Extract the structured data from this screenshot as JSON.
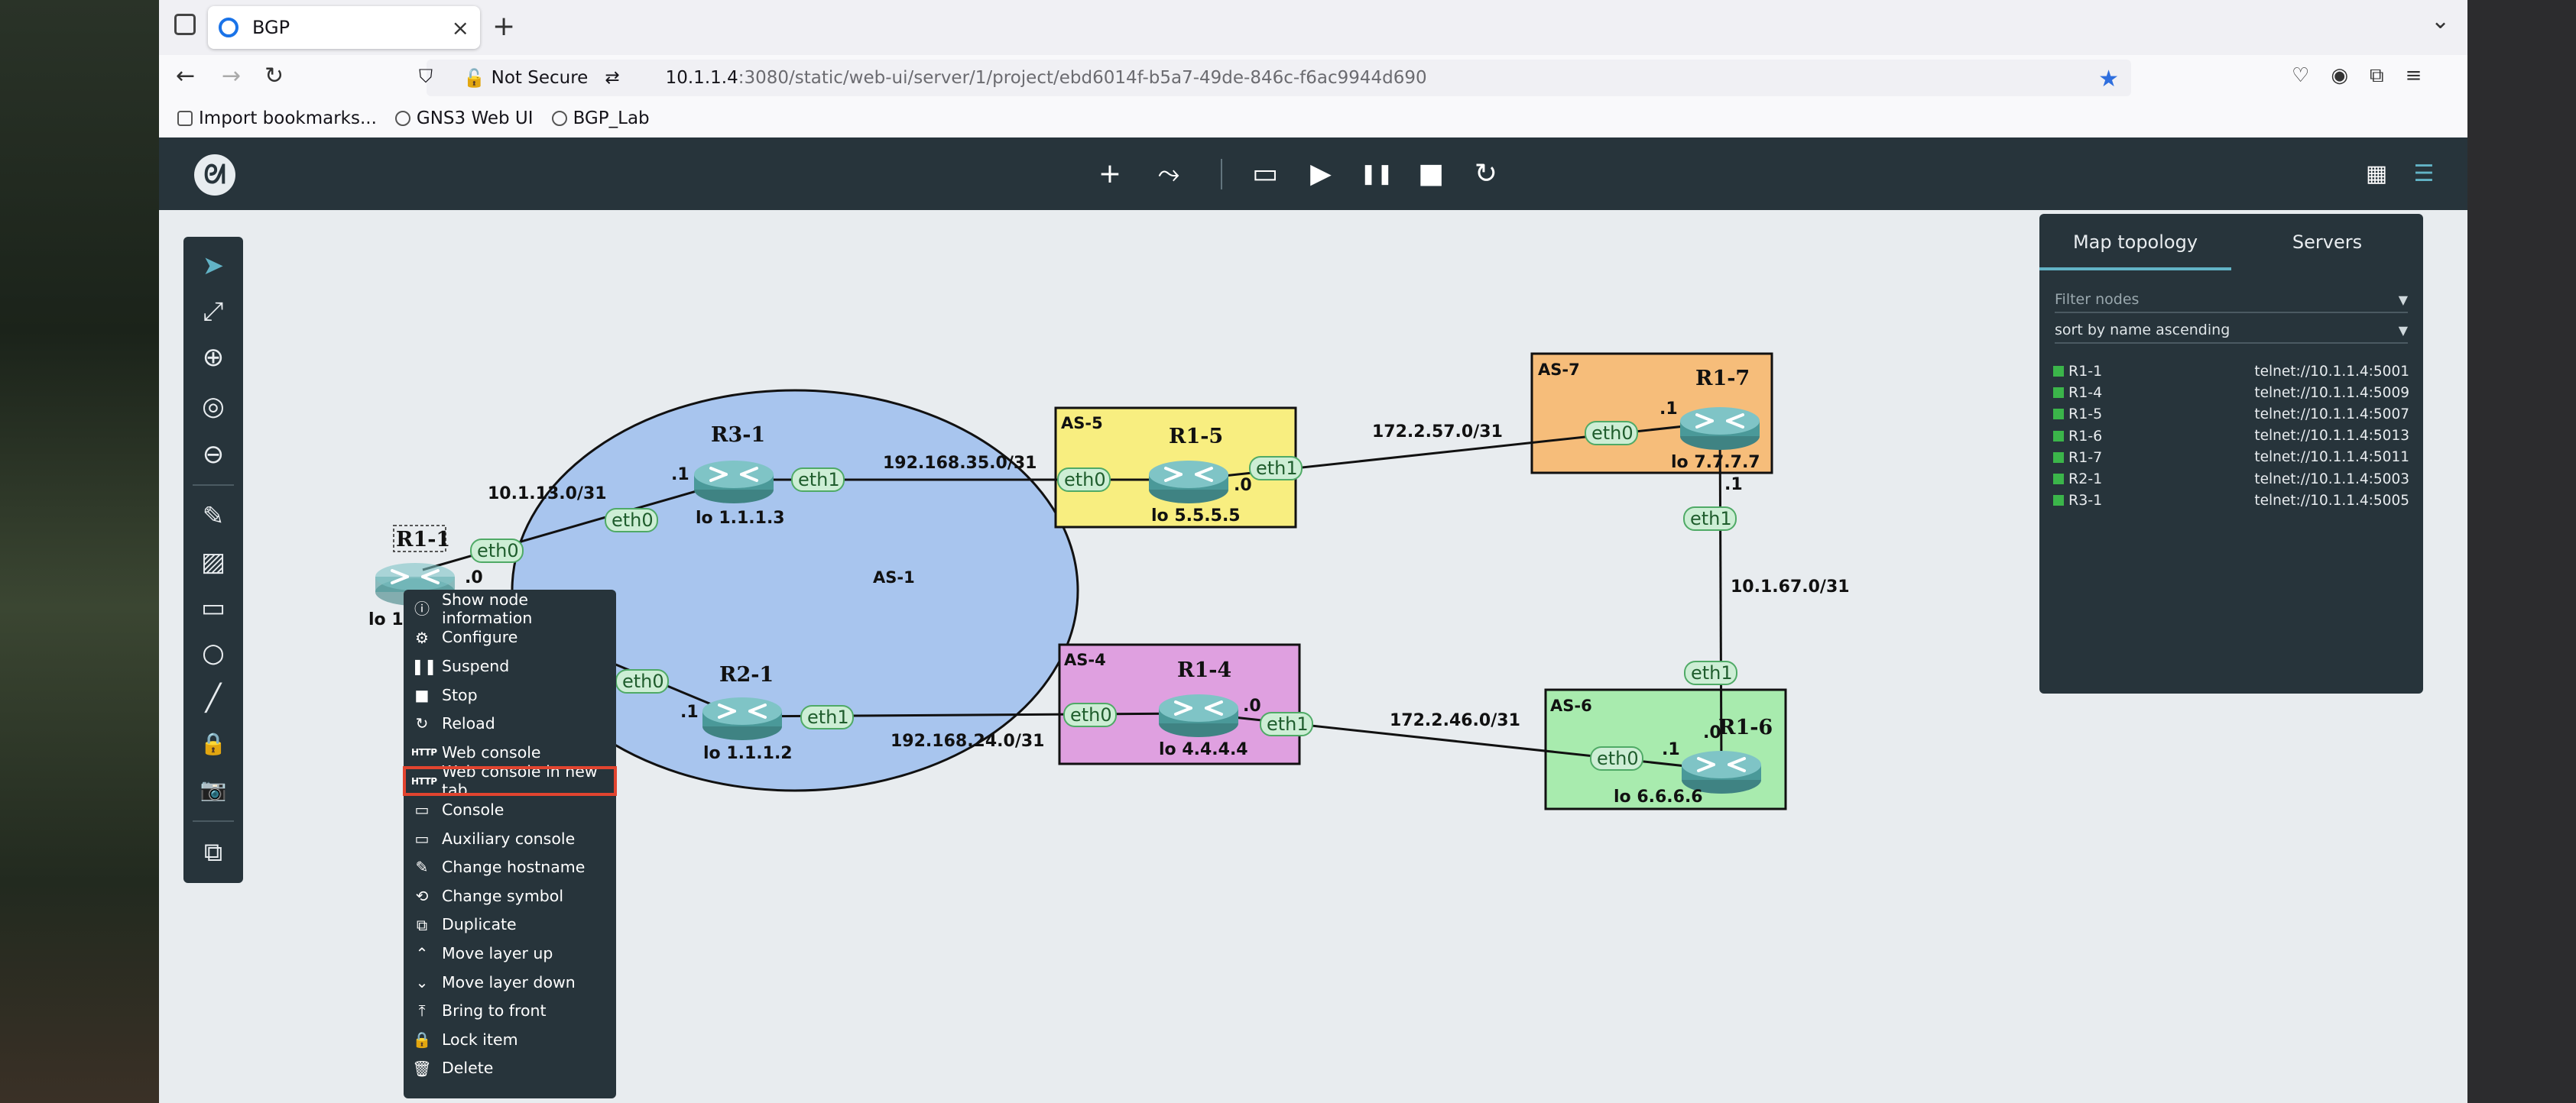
{
  "browser": {
    "tab_title": "BGP",
    "new_tab": "+",
    "close": "×",
    "security": "Not Secure",
    "url_host": "10.1.1.4",
    "url_rest": ":3080/static/web-ui/server/1/project/ebd6014f-b5a7-49de-846c-f6ac9944d690",
    "bookmarks": [
      "Import bookmarks...",
      "GNS3 Web UI",
      "BGP_Lab"
    ]
  },
  "topology": {
    "as_labels": {
      "as1": "AS-1",
      "as5": "AS-5",
      "as7": "AS-7",
      "as4": "AS-4",
      "as6": "AS-6"
    },
    "nodes": {
      "r11": {
        "name": "R1-1",
        "lo": "lo 1.",
        "addr": ".0"
      },
      "r31": {
        "name": "R3-1",
        "lo": "lo 1.1.1.3",
        "addr": ".1"
      },
      "r21": {
        "name": "R2-1",
        "lo": "lo 1.1.1.2",
        "addr": ".1"
      },
      "r15": {
        "name": "R1-5",
        "lo": "lo 5.5.5.5",
        "addr": ".0"
      },
      "r17": {
        "name": "R1-7",
        "lo": "lo 7.7.7.7",
        "addr_top": ".1",
        "addr_bottom": ".1"
      },
      "r14": {
        "name": "R1-4",
        "lo": "lo 4.4.4.4",
        "addr": ".0"
      },
      "r16": {
        "name": "R1-6",
        "lo": "lo 6.6.6.6",
        "addr_top": ".0",
        "addr_left": ".1"
      }
    },
    "subnets": {
      "s1": "10.1.13.0/31",
      "s2": "192.168.35.0/31",
      "s3": "172.2.57.0/31",
      "s4": "10.1.67.0/31",
      "s5": "172.2.46.0/31",
      "s6": "192.168.24.0/31"
    },
    "interfaces": {
      "eth0": "eth0",
      "eth1": "eth1"
    }
  },
  "context_menu": {
    "items": [
      "Show node information",
      "Configure",
      "Suspend",
      "Stop",
      "Reload",
      "Web console",
      "Web console in new tab",
      "Console",
      "Auxiliary console",
      "Change hostname",
      "Change symbol",
      "Duplicate",
      "Move layer up",
      "Move layer down",
      "Bring to front",
      "Lock item",
      "Delete"
    ],
    "http_badge": "HTTP"
  },
  "panel": {
    "tabs": [
      "Map topology",
      "Servers"
    ],
    "filter_placeholder": "Filter nodes",
    "sort": "sort by name ascending",
    "nodes": [
      {
        "name": "R1-1",
        "console": "telnet://10.1.1.4:5001"
      },
      {
        "name": "R1-4",
        "console": "telnet://10.1.1.4:5009"
      },
      {
        "name": "R1-5",
        "console": "telnet://10.1.1.4:5007"
      },
      {
        "name": "R1-6",
        "console": "telnet://10.1.1.4:5013"
      },
      {
        "name": "R1-7",
        "console": "telnet://10.1.1.4:5011"
      },
      {
        "name": "R2-1",
        "console": "telnet://10.1.1.4:5003"
      },
      {
        "name": "R3-1",
        "console": "telnet://10.1.1.4:5005"
      }
    ]
  },
  "icons": {
    "add": "+",
    "chart": "⤳",
    "console": "▭",
    "play": "▶",
    "pause": "❚❚",
    "stop": "■",
    "reload": "↻",
    "grid": "▦",
    "list": "☰",
    "pointer": "➤",
    "fit": "⤢",
    "zoom_in": "⊕",
    "target": "◎",
    "zoom_out": "⊖",
    "pencil": "✎",
    "image": "▨",
    "rect": "▭",
    "circle": "○",
    "line": "╱",
    "lock": "🔒",
    "camera": "📷",
    "layers": "⧉"
  }
}
